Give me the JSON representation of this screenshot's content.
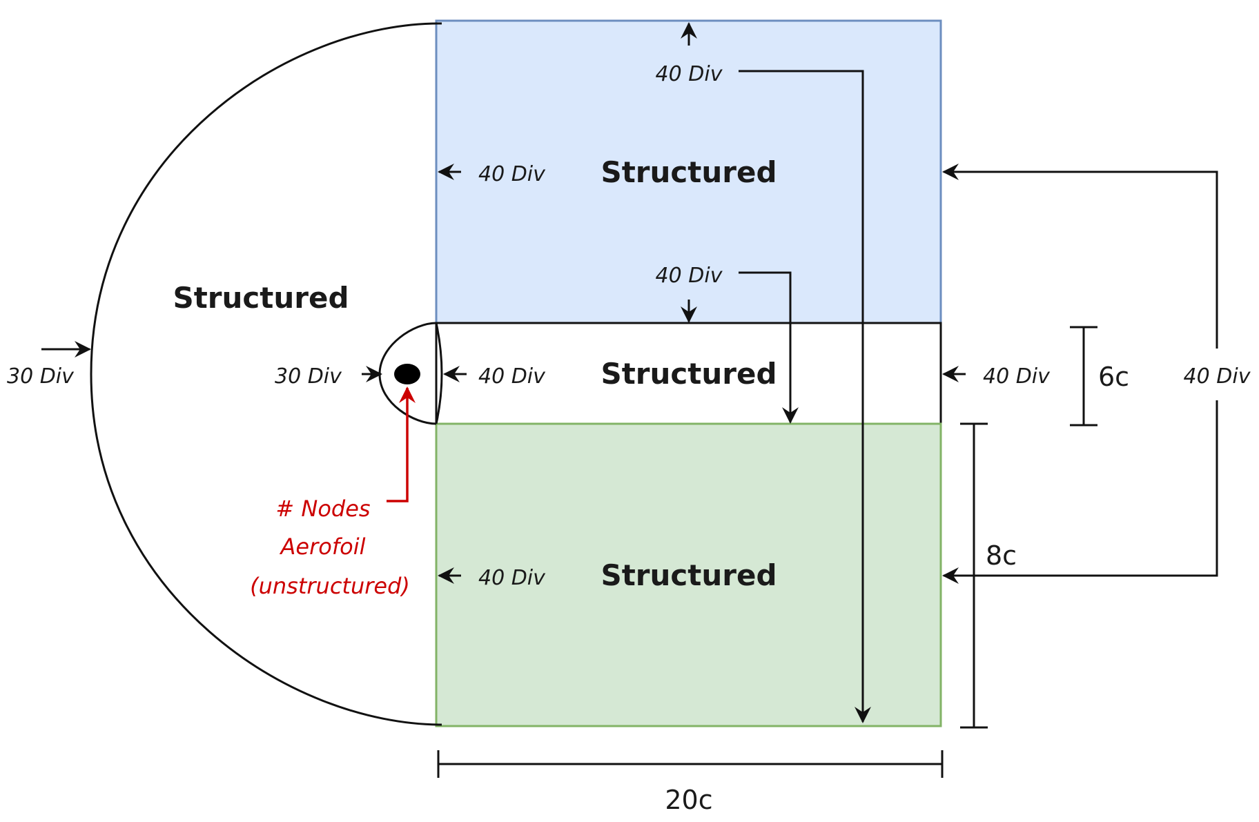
{
  "regions": {
    "top_label": "Structured",
    "middle_label": "Structured",
    "bottom_label": "Structured",
    "semicircle_label": "Structured"
  },
  "divisions": {
    "top_edge": "40 Div",
    "top_left": "40 Div",
    "top_bottom": "40 Div",
    "middle_left": "40 Div",
    "middle_right": "40 Div",
    "bottom_left": "40 Div",
    "far_right": "40 Div",
    "outer_arc": "30 Div",
    "inner_arc": "30 Div"
  },
  "dimensions": {
    "width": "20c",
    "middle_height": "6c",
    "bottom_height": "8c"
  },
  "aerofoil_note": {
    "line1": "# Nodes",
    "line2": "Aerofoil",
    "line3": "(unstructured)"
  },
  "colors": {
    "top_fill": "#dae8fc",
    "top_stroke": "#6c8ebf",
    "bottom_fill": "#d5e8d4",
    "bottom_stroke": "#82b366",
    "annotation": "#cc0000"
  }
}
